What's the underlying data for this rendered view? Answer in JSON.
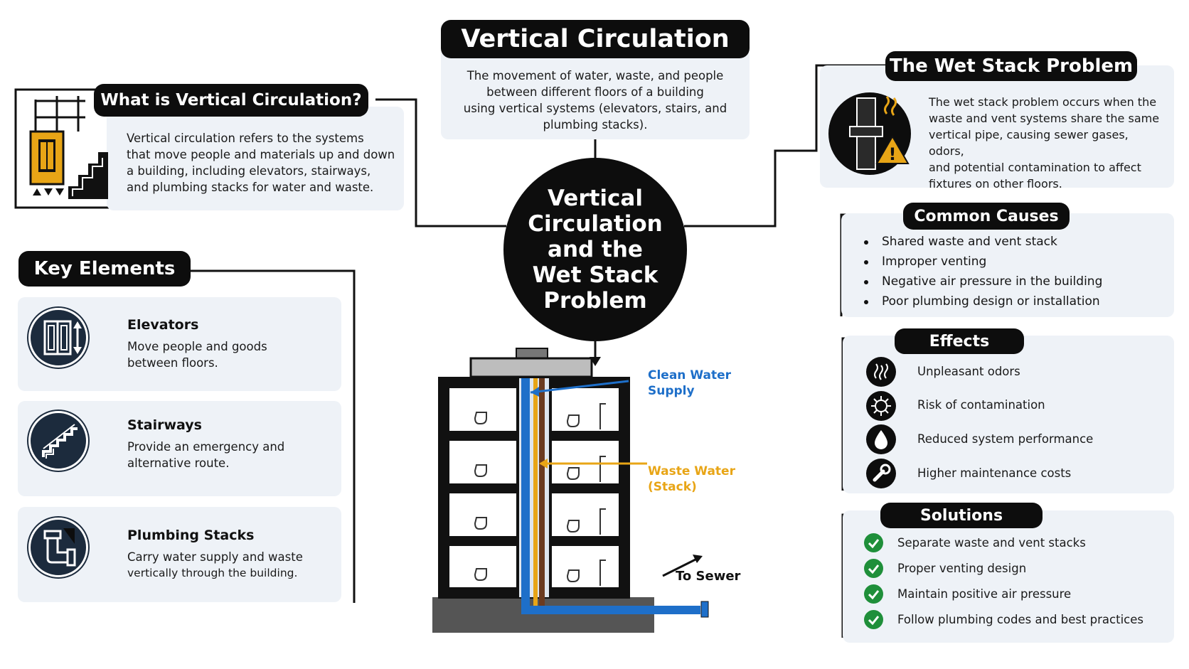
{
  "main_title": "Vertical Circulation",
  "intro": [
    "The movement of water, waste, and people",
    "between different floors of a building",
    "using vertical systems (elevators, stairs, and",
    "plumbing stacks)."
  ],
  "center_title": [
    "Vertical",
    "Circulation",
    "and the",
    "Wet Stack",
    "Problem"
  ],
  "what_is": {
    "title": "What is Vertical Circulation?",
    "text": [
      "Vertical circulation refers to the systems",
      "that move people and materials up and down",
      "a building, including elevators, stairways,",
      "and plumbing stacks for water and waste."
    ]
  },
  "key_elements": {
    "title": "Key Elements",
    "items": [
      {
        "heading": "Elevators",
        "lines": [
          "Move people and goods",
          "between floors."
        ],
        "icon": "elevator-icon"
      },
      {
        "heading": "Stairways",
        "lines": [
          "Provide an emergency and",
          "alternative route."
        ],
        "icon": "stairs-icon"
      },
      {
        "heading": "Plumbing Stacks",
        "lines": [
          "Carry water supply and waste",
          "vertically through the building."
        ],
        "icon": "pipe-icon"
      }
    ]
  },
  "wet_stack": {
    "title": "The Wet Stack Problem",
    "text": [
      "The wet stack problem occurs when the",
      "waste and vent systems share the same",
      "vertical pipe, causing sewer gases, odors,",
      "and potential contamination to affect",
      "fixtures on other floors."
    ]
  },
  "causes": {
    "title": "Common Causes",
    "items": [
      "Shared waste and vent stack",
      "Improper venting",
      "Negative air pressure in the building",
      "Poor plumbing design or installation"
    ]
  },
  "effects": {
    "title": "Effects",
    "items": [
      {
        "label": "Unpleasant odors",
        "icon": "odor-icon"
      },
      {
        "label": "Risk of contamination",
        "icon": "germ-icon"
      },
      {
        "label": "Reduced system performance",
        "icon": "water-drop-icon"
      },
      {
        "label": "Higher maintenance costs",
        "icon": "wrench-icon"
      }
    ]
  },
  "solutions": {
    "title": "Solutions",
    "items": [
      "Separate waste and vent stacks",
      "Proper venting design",
      "Maintain positive air pressure",
      "Follow plumbing codes and best practices"
    ]
  },
  "building_labels": {
    "clean_water": [
      "Clean Water",
      "Supply"
    ],
    "waste_water": [
      "Waste Water",
      "(Stack)"
    ],
    "to_sewer": "To Sewer"
  },
  "colors": {
    "clean": "#1e6fc9",
    "waste": "#e8a516",
    "dark": "#0d0d0d",
    "icon_bg": "#1c2b3d",
    "check": "#1f8f3a",
    "panel": "#eef2f7"
  }
}
